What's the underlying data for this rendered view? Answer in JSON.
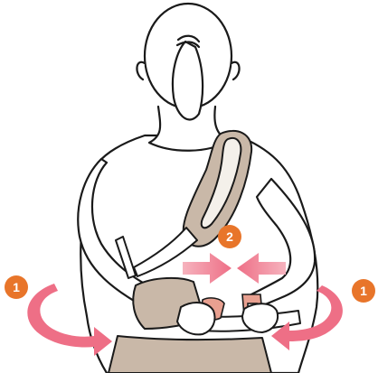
{
  "figure": {
    "steps": [
      {
        "label": "1",
        "description": "rotate-waist-belt-around-body"
      },
      {
        "label": "2",
        "description": "fasten-chest-buckle"
      }
    ],
    "colors": {
      "skin_outline": "#1a1a1a",
      "body_fill": "#ffffff",
      "strap": "#c9b8a8",
      "strap_dark": "#9a8574",
      "strap_stripe": "#f4f0ea",
      "badge": "#e8752a",
      "arrow_pink": "#f07c8f",
      "arrow_pink_light": "#f6b3be",
      "buckle": "#e8a090"
    },
    "icons": [
      "circular-arrow-icon",
      "push-arrow-icon",
      "step-badge-icon",
      "buckle-icon"
    ]
  }
}
